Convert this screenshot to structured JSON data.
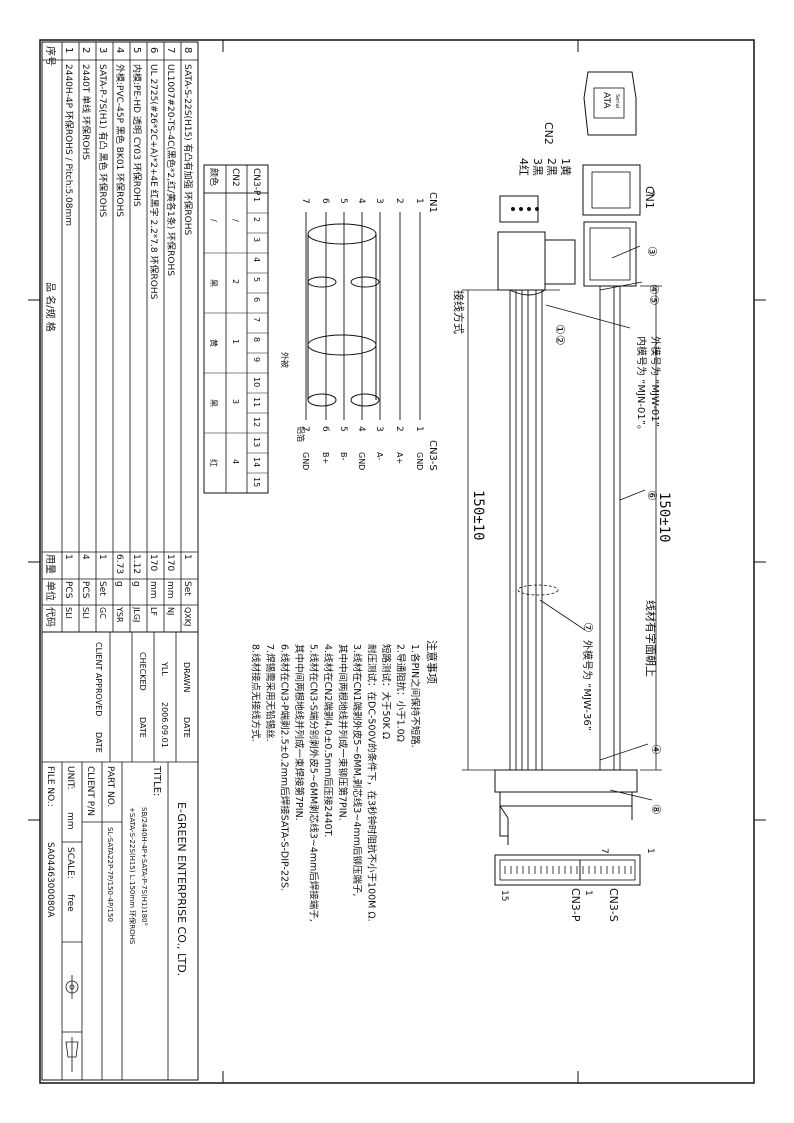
{
  "cn2": {
    "label": "CN2",
    "pins": [
      "1黄",
      "2黑",
      "3黑",
      "4红"
    ],
    "connector_label": "ATA",
    "connector_sublabel": "Serial"
  },
  "cn1": {
    "label": "CN1",
    "pin_labels": [
      "1",
      "7"
    ]
  },
  "cn3s": {
    "label": "CN3-S",
    "pin_labels": [
      "1",
      "7"
    ]
  },
  "cn3p": {
    "label": "CN3-P",
    "pin_labels": [
      "1",
      "15"
    ]
  },
  "callout_mold": "外模号为 “MJW-01”",
  "callout_inner": "内模号为 “MJN-01”。",
  "callout_mold2": "外模号为 “MJW-36”",
  "dimension_top": "150±10",
  "dimension_bottom": "150±10",
  "wire_face": "线材有字面朝上",
  "balloons": [
    "①②",
    "③",
    "④⑤",
    "⑥",
    "⑦",
    "④",
    "⑧"
  ],
  "wiring": {
    "title": "接线方式",
    "left_header": "CN1",
    "right_header": "CN3-S",
    "left_pins": [
      "1",
      "2",
      "3",
      "4",
      "5",
      "6",
      "7"
    ],
    "right_pins": [
      "1",
      "2",
      "3",
      "4",
      "5",
      "6",
      "7"
    ],
    "right_signals": [
      "GND",
      "A+",
      "A-",
      "GND",
      "B-",
      "B+",
      "GND"
    ],
    "outer_label": "外被",
    "foil_label": "铝箔"
  },
  "pin_table": {
    "row_header": "CN3-P",
    "row2_header": "CN2",
    "row3_header": "颜色",
    "cols": [
      "1",
      "2",
      "3",
      "4",
      "5",
      "6",
      "7",
      "8",
      "9",
      "10",
      "11",
      "12",
      "13",
      "14",
      "15"
    ],
    "cn2_map": [
      "/",
      "2",
      "1",
      "3",
      "4"
    ],
    "colors": [
      "/",
      "黑",
      "黄",
      "黑",
      "红"
    ]
  },
  "notes": {
    "title": "注意事项",
    "items": [
      "1.各PIN之间保持不短路.",
      "2.导通阻抗：小于1.0Ω",
      "  短路测试：大于50K Ω",
      "  耐压测试：在DC-500V的条件下，在3秒钟时阻抗不小于100M Ω.",
      "3.线材在CN1端剥外皮5~6MM,剥芯线3~4mm后铆压端子,",
      "  其中中间两根地线并列成一束铆压第7PIN.",
      "4.线材在CN2端剥4.0±0.5mm后压接2440T.",
      "5.线材在CN3-S端分别剥外皮5~6MM剥芯线3~4mm后焊接端子,",
      "  其中中间两根地线并列成一束焊接第7PIN.",
      "6.线材在CN3-P端剥2.5±0.2mm后焊接SATA-S-DIP-22S.",
      "7.焊锡需采用无铅锡丝.",
      "8.线材接点无接线方式."
    ]
  },
  "bom": {
    "headers": {
      "seq": "序号",
      "name": "品 名/规 格",
      "qty": "用量",
      "unit": "单位",
      "code": "代码"
    },
    "rows": [
      {
        "seq": "8",
        "name": "SATA-S-22S(H15) 有凸有加强 环保ROHS",
        "qty": "1",
        "unit": "Set",
        "code": "QXKJ"
      },
      {
        "seq": "7",
        "name": "UL1007#20-TS-4C(黑色*2,红/黄各1条) 环保ROHS",
        "qty": "170",
        "unit": "mm",
        "code": "NJ"
      },
      {
        "seq": "6",
        "name": "UL 2725(#26*2C+A)*2+4E 红黑字 2.2*7.8 环保ROHS",
        "qty": "170",
        "unit": "mm",
        "code": "LF"
      },
      {
        "seq": "5",
        "name": "内模:PE-HD 透明 CY03 环保ROHS",
        "qty": "1.12",
        "unit": "g",
        "code": "JLGJ"
      },
      {
        "seq": "4",
        "name": "外模:PVC-45P 黑色 BK01 环保ROHS",
        "qty": "6.73",
        "unit": "g",
        "code": "YSR"
      },
      {
        "seq": "3",
        "name": "SATA-P-7S(H1) 有凸 黑色 环保ROHS",
        "qty": "1",
        "unit": "Set",
        "code": "GC"
      },
      {
        "seq": "2",
        "name": "2440T 单线 环保ROHS",
        "qty": "4",
        "unit": "PCS",
        "code": "SLI"
      },
      {
        "seq": "1",
        "name": "2440H-4P 环保ROHS / Pitch:5.08mm",
        "qty": "1",
        "unit": "PCS",
        "code": "SLI"
      }
    ]
  },
  "title_block": {
    "drawn_label": "DRAWN",
    "date_label": "DATE",
    "drawn_by": "YLL",
    "drawn_date": "2006.09.01",
    "checked_label": "CHECKED",
    "checked_date_label": "DATE",
    "client_approved_label": "CLIENT APPROVED",
    "client_date_label": "DATE",
    "company": "E-GREEN ENTERPRISE CO., LTD.",
    "title_label": "TITLE:",
    "title_line1": "SB/2440H-4P+SATA-P-7S(H1)180°",
    "title_line2": "+SATA-S-22S(H15) L:150mm 环保ROHS",
    "part_no_label": "PART NO.",
    "part_no": "SL-SATA22P-7P/150-4P/150",
    "client_pn_label": "CLIENT P/N",
    "unit_label": "UNIT:",
    "unit": "mm",
    "scale_label": "SCALE:",
    "scale": "free",
    "file_label": "FILE NO.:",
    "file_no": "SA0446300080A"
  }
}
